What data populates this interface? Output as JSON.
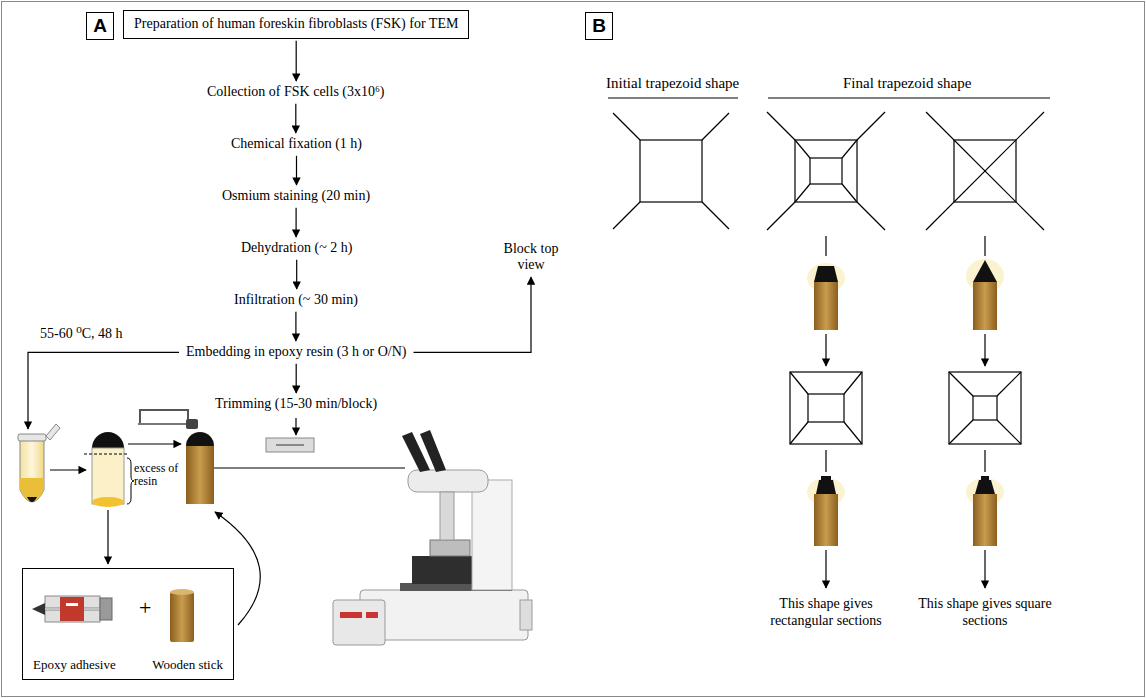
{
  "diagram": {
    "nodes": [
      {
        "text": [
          "A"
        ]
      },
      {
        "text": [
          "Preparation of human foreskin fibroblasts (FSK) for TEM"
        ]
      },
      {
        "text": [
          "Collection of FSK cells (3x10⁶)"
        ]
      },
      {
        "text": [
          "Chemical fixation (1 h)"
        ]
      },
      {
        "text": [
          "Osmium staining (20 min)"
        ]
      },
      {
        "text": [
          "Dehydration (~ 2 h)"
        ]
      },
      {
        "text": [
          "Infiltration (~ 30 min)"
        ]
      },
      {
        "text": [
          "Embedding in epoxy resin (3 h or O/N)"
        ]
      },
      {
        "text": [
          "Trimming (15-30 min/block)"
        ]
      },
      {
        "text": [
          "Block top view"
        ]
      },
      {
        "text": [
          "Epoxy adhesive",
          "+",
          "Wooden stick"
        ]
      },
      {
        "text": [
          "B"
        ]
      }
    ],
    "edges": [
      {
        "from": 1,
        "to": 2,
        "arrow": "to"
      },
      {
        "from": 2,
        "to": 3,
        "arrow": "to"
      },
      {
        "from": 3,
        "to": 4,
        "arrow": "to"
      },
      {
        "from": 4,
        "to": 5,
        "arrow": "to"
      },
      {
        "from": 5,
        "to": 6,
        "arrow": "to"
      },
      {
        "from": 6,
        "to": 7,
        "arrow": "to"
      },
      {
        "from": 7,
        "to": 8,
        "arrow": "to"
      },
      {
        "from": 7,
        "to": 9,
        "arrow": "to"
      }
    ],
    "labels": [
      "55-60 ⁰C, 48 h",
      "excess of resin",
      "Initial trapezoid shape",
      "Final trapezoid shape",
      "This shape gives rectangular sections",
      "This shape gives square sections"
    ]
  }
}
